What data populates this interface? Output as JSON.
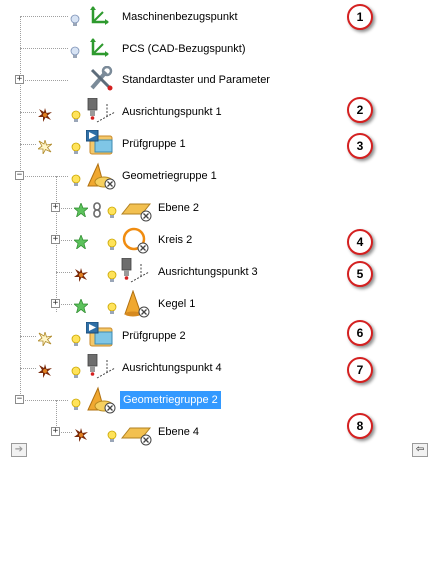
{
  "tree": [
    {
      "label": "Maschinenbezugspunkt",
      "icon": "axis-icon"
    },
    {
      "label": "PCS (CAD-Bezugspunkt)",
      "icon": "axis-icon"
    },
    {
      "label": "Standardtaster und Parameter",
      "icon": "tools-icon"
    },
    {
      "label": "Ausrichtungspunkt 1",
      "icon": "alignment-probe-icon"
    },
    {
      "label": "Prüfgruppe 1",
      "icon": "inspection-group-icon"
    },
    {
      "label": "Geometriegruppe 1",
      "icon": "geometry-group-icon"
    },
    {
      "label": "Ebene 2",
      "icon": "plane-icon"
    },
    {
      "label": "Kreis 2",
      "icon": "circle-icon"
    },
    {
      "label": "Ausrichtungspunkt 3",
      "icon": "alignment-probe-icon"
    },
    {
      "label": "Kegel 1",
      "icon": "cone-icon"
    },
    {
      "label": "Prüfgruppe 2",
      "icon": "inspection-group-icon"
    },
    {
      "label": "Ausrichtungspunkt 4",
      "icon": "alignment-probe-icon"
    },
    {
      "label": "Geometriegruppe 2",
      "icon": "geometry-group-icon"
    },
    {
      "label": "Ebene 4",
      "icon": "plane-icon"
    }
  ],
  "selected_item": "Geometriegruppe 2",
  "callouts": [
    "1",
    "2",
    "3",
    "4",
    "5",
    "6",
    "7",
    "8"
  ],
  "nav": {
    "left_icon": "arrow-right-icon",
    "right_icon": "arrow-left-icon"
  },
  "colors": {
    "selection": "#3399ff",
    "callout_border": "#d42020",
    "axis_green": "#2e9a2e"
  }
}
